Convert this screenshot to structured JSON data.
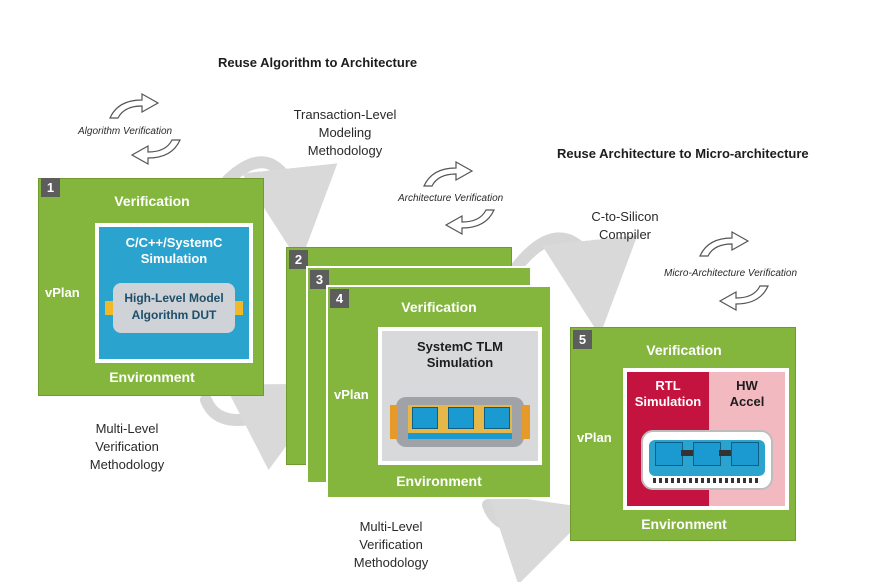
{
  "headings": {
    "reuse_alg": "Reuse Algorithm to Architecture",
    "reuse_arch": "Reuse Architecture to Micro-architecture"
  },
  "captions": {
    "tlm": [
      "Transaction-Level",
      "Modeling",
      "Methodology"
    ],
    "c2s": [
      "C-to-Silicon",
      "Compiler"
    ],
    "mlvm1": [
      "Multi-Level",
      "Verification",
      "Methodology"
    ],
    "mlvm2": [
      "Multi-Level",
      "Verification",
      "Methodology"
    ]
  },
  "loops": {
    "alg": "Algorithm Verification",
    "arch": "Architecture Verification",
    "micro": "Micro-Architecture Verification"
  },
  "panel1": {
    "badge": "1",
    "top": "Verification",
    "bottom": "Environment",
    "side": "vPlan",
    "sim_title": "C/C++/SystemC\nSimulation",
    "model": "High-Level Model\nAlgorithm DUT"
  },
  "stack": {
    "badge2": "2",
    "badge3": "3",
    "badge4": "4"
  },
  "panel4": {
    "top": "Verification",
    "bottom": "Environment",
    "side": "vPlan",
    "sim_title": "SystemC TLM\nSimulation"
  },
  "panel5": {
    "badge": "5",
    "top": "Verification",
    "bottom": "Environment",
    "side": "vPlan",
    "rtl": "RTL\nSimulation",
    "hw": "HW\nAccel"
  }
}
